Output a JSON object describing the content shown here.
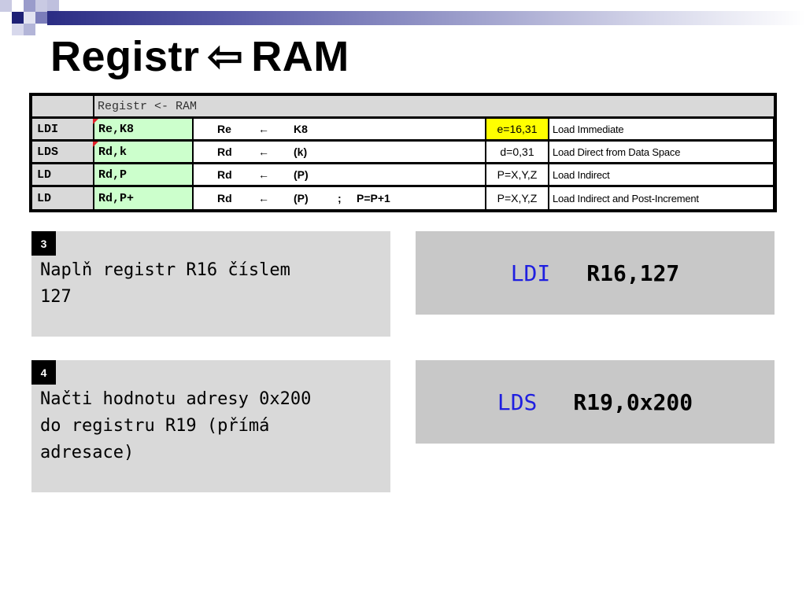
{
  "slide": {
    "title_left": "Registr",
    "title_arrow": "⇦",
    "title_right": "RAM"
  },
  "table": {
    "header": "Registr <- RAM",
    "rows": [
      {
        "mnemonic": "LDI",
        "operands": "Re,K8",
        "dest": "Re",
        "arrow": "←",
        "src": "K8",
        "extra": "",
        "range": "e=16,31",
        "range_highlight": true,
        "desc": "Load Immediate"
      },
      {
        "mnemonic": "LDS",
        "operands": "Rd,k",
        "dest": "Rd",
        "arrow": "←",
        "src": "(k)",
        "extra": "",
        "range": "d=0,31",
        "range_highlight": false,
        "desc": "Load Direct from Data Space"
      },
      {
        "mnemonic": "LD",
        "operands": "Rd,P",
        "dest": "Rd",
        "arrow": "←",
        "src": "(P)",
        "extra": "",
        "range": "P=X,Y,Z",
        "range_highlight": false,
        "desc": "Load Indirect"
      },
      {
        "mnemonic": "LD",
        "operands": "Rd,P+",
        "dest": "Rd",
        "arrow": "←",
        "src": "(P)",
        "extra_sep": ";",
        "extra": "P=P+1",
        "range": "P=X,Y,Z",
        "range_highlight": false,
        "desc": "Load Indirect and Post-Increment"
      }
    ]
  },
  "tasks": [
    {
      "number": "3",
      "line1": "Naplň registr R16 číslem",
      "line2": "127",
      "line3": "",
      "answer_kw": "LDI",
      "answer_args": "R16,127"
    },
    {
      "number": "4",
      "line1": "Načti hodnotu adresy 0x200",
      "line2": "do registru R19 (přímá",
      "line3": "adresace)",
      "answer_kw": "LDS",
      "answer_args": "R19,0x200"
    }
  ],
  "colors": {
    "accent_blue": "#1f1fe0",
    "highlight_yellow": "#ffff00",
    "operand_green": "#ccffcc",
    "marker_red": "#e0202a"
  }
}
